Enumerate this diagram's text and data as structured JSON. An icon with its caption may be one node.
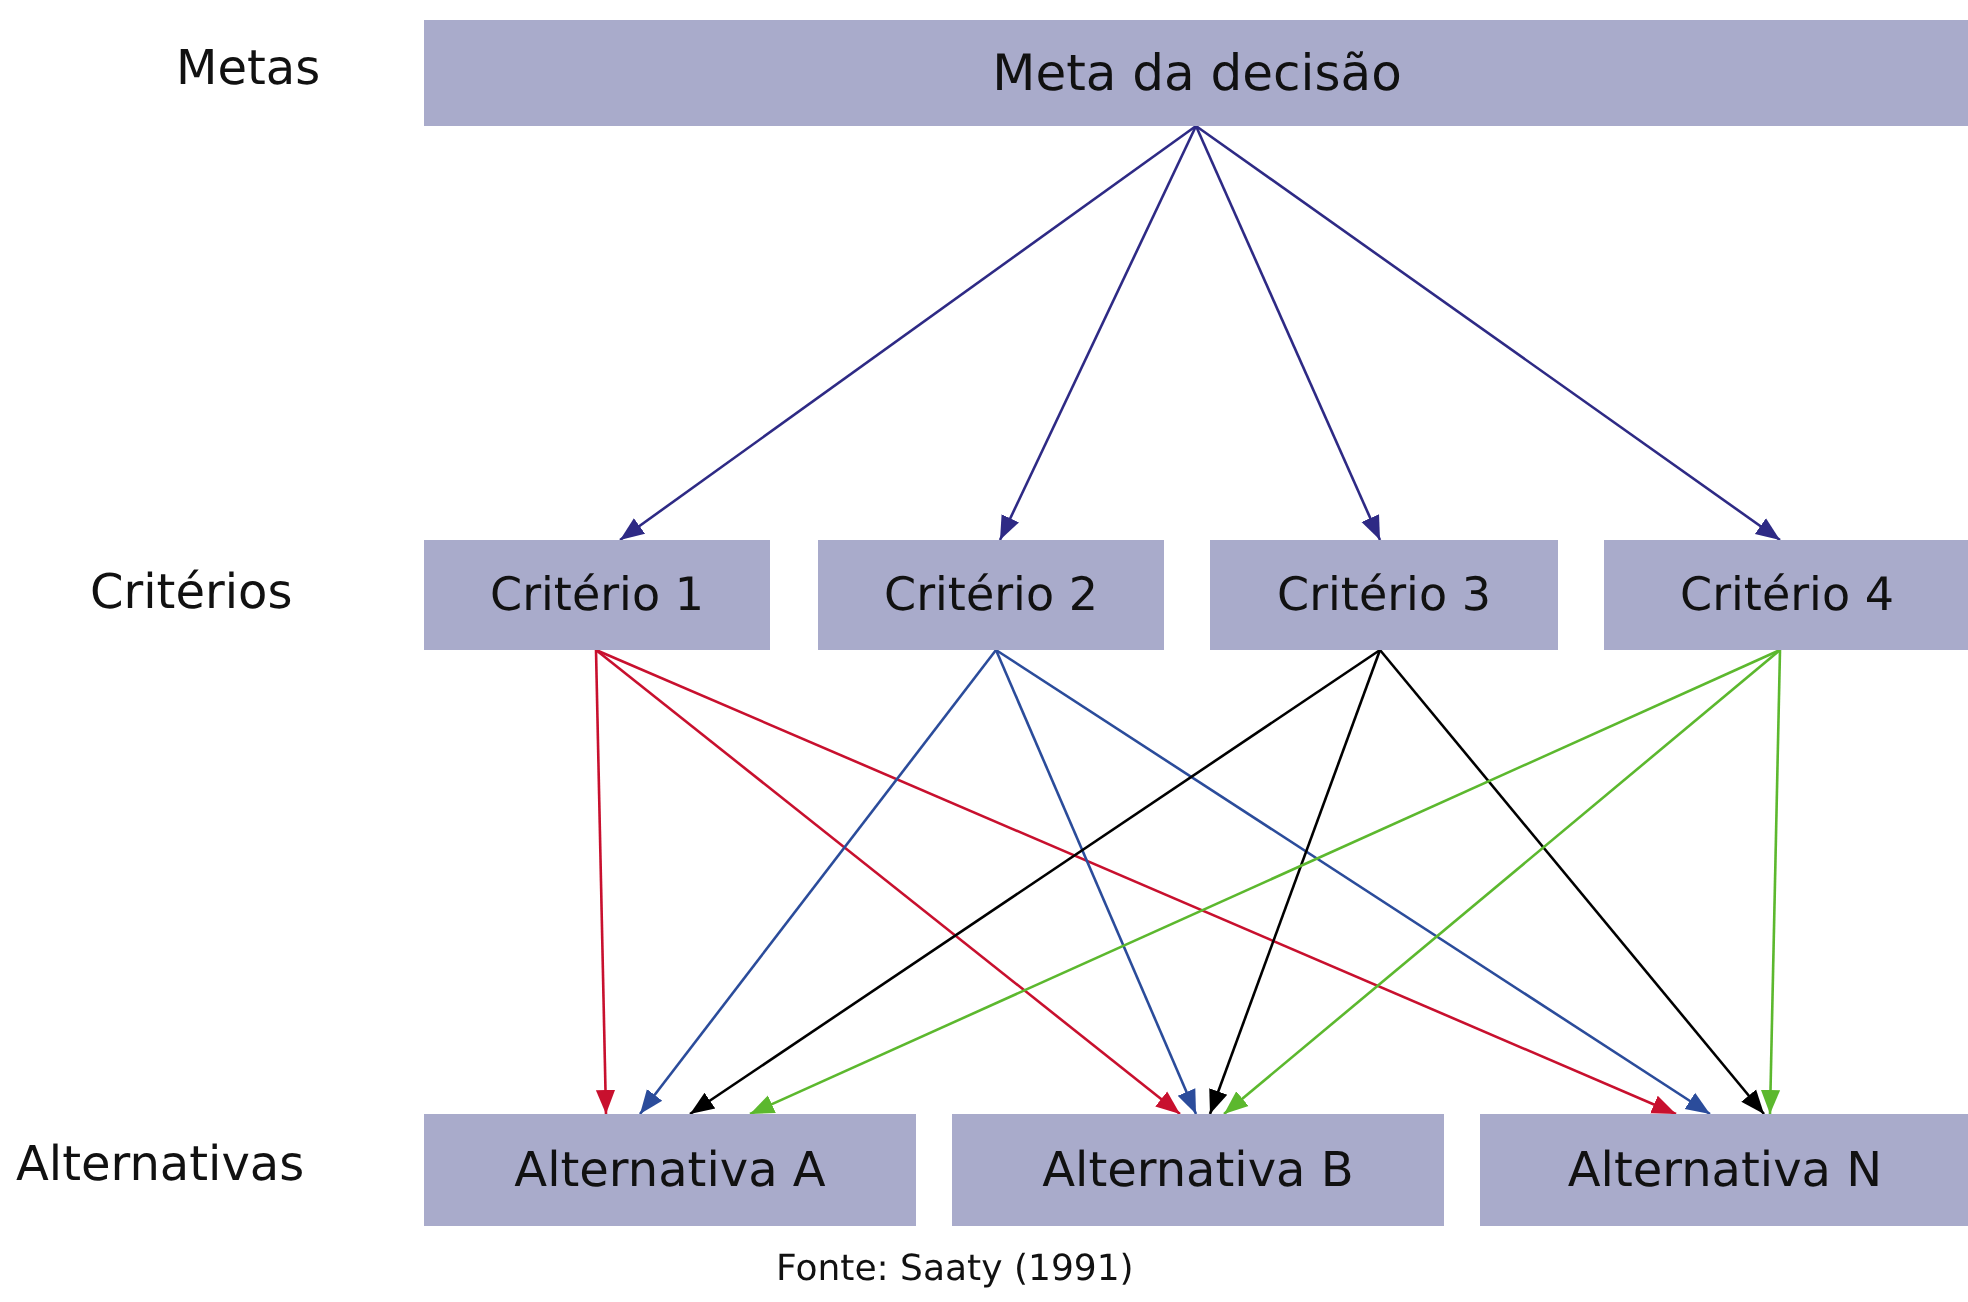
{
  "diagram": {
    "caption": "Fonte: Saaty (1991)",
    "nodes": [
      {
        "text": [
          "Meta da decisão"
        ]
      },
      {
        "text": [
          "Critério 1"
        ]
      },
      {
        "text": [
          "Critério 2"
        ]
      },
      {
        "text": [
          "Critério 3"
        ]
      },
      {
        "text": [
          "Critério 4"
        ]
      },
      {
        "text": [
          "Alternativa A"
        ]
      },
      {
        "text": [
          "Alternativa B"
        ]
      },
      {
        "text": [
          "Alternativa N"
        ]
      }
    ],
    "edges": [
      {
        "from": 0,
        "to": 1,
        "arrow": "to",
        "color": "#2e2a85"
      },
      {
        "from": 0,
        "to": 2,
        "arrow": "to",
        "color": "#2e2a85"
      },
      {
        "from": 0,
        "to": 3,
        "arrow": "to",
        "color": "#2e2a85"
      },
      {
        "from": 0,
        "to": 4,
        "arrow": "to",
        "color": "#2e2a85"
      },
      {
        "from": 1,
        "to": 5,
        "arrow": "to",
        "color": "#c8102e"
      },
      {
        "from": 1,
        "to": 6,
        "arrow": "to",
        "color": "#c8102e"
      },
      {
        "from": 1,
        "to": 7,
        "arrow": "to",
        "color": "#c8102e"
      },
      {
        "from": 2,
        "to": 5,
        "arrow": "to",
        "color": "#2b4c9b"
      },
      {
        "from": 2,
        "to": 6,
        "arrow": "to",
        "color": "#2b4c9b"
      },
      {
        "from": 2,
        "to": 7,
        "arrow": "to",
        "color": "#2b4c9b"
      },
      {
        "from": 3,
        "to": 5,
        "arrow": "to",
        "color": "#000000"
      },
      {
        "from": 3,
        "to": 6,
        "arrow": "to",
        "color": "#000000"
      },
      {
        "from": 3,
        "to": 7,
        "arrow": "to",
        "color": "#000000"
      },
      {
        "from": 4,
        "to": 5,
        "arrow": "to",
        "color": "#5cb82e"
      },
      {
        "from": 4,
        "to": 6,
        "arrow": "to",
        "color": "#5cb82e"
      },
      {
        "from": 4,
        "to": 7,
        "arrow": "to",
        "color": "#5cb82e"
      }
    ],
    "labels": [
      "Metas",
      "Critérios",
      "Alternativas"
    ]
  }
}
